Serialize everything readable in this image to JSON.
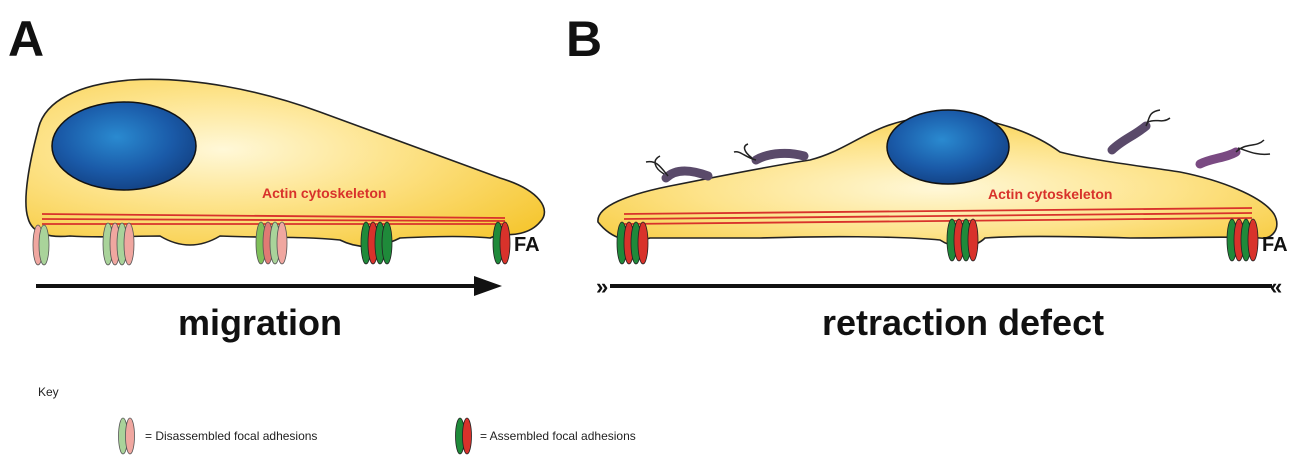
{
  "panel_a": {
    "letter": "A",
    "actin_label": "Actin cytoskeleton",
    "fa_label": "FA",
    "arrow_label": "migration"
  },
  "panel_b": {
    "letter": "B",
    "actin_label": "Actin cytoskeleton",
    "fa_label": "FA",
    "arrow_label": "retraction defect"
  },
  "key": {
    "title": "Key",
    "disassembled_label": "= Disassembled focal adhesions",
    "assembled_label": "= Assembled focal adhesions"
  },
  "colors": {
    "cell_fill": "#fbd94c",
    "cell_highlight": "#fff6cc",
    "nucleus": "#1b4f9c",
    "actin": "#d8322b",
    "fa_green": "#1f8a3a",
    "fa_red": "#d8322b",
    "fa_green_faded": "#a9d39a",
    "fa_red_faded": "#f0a7a0"
  }
}
